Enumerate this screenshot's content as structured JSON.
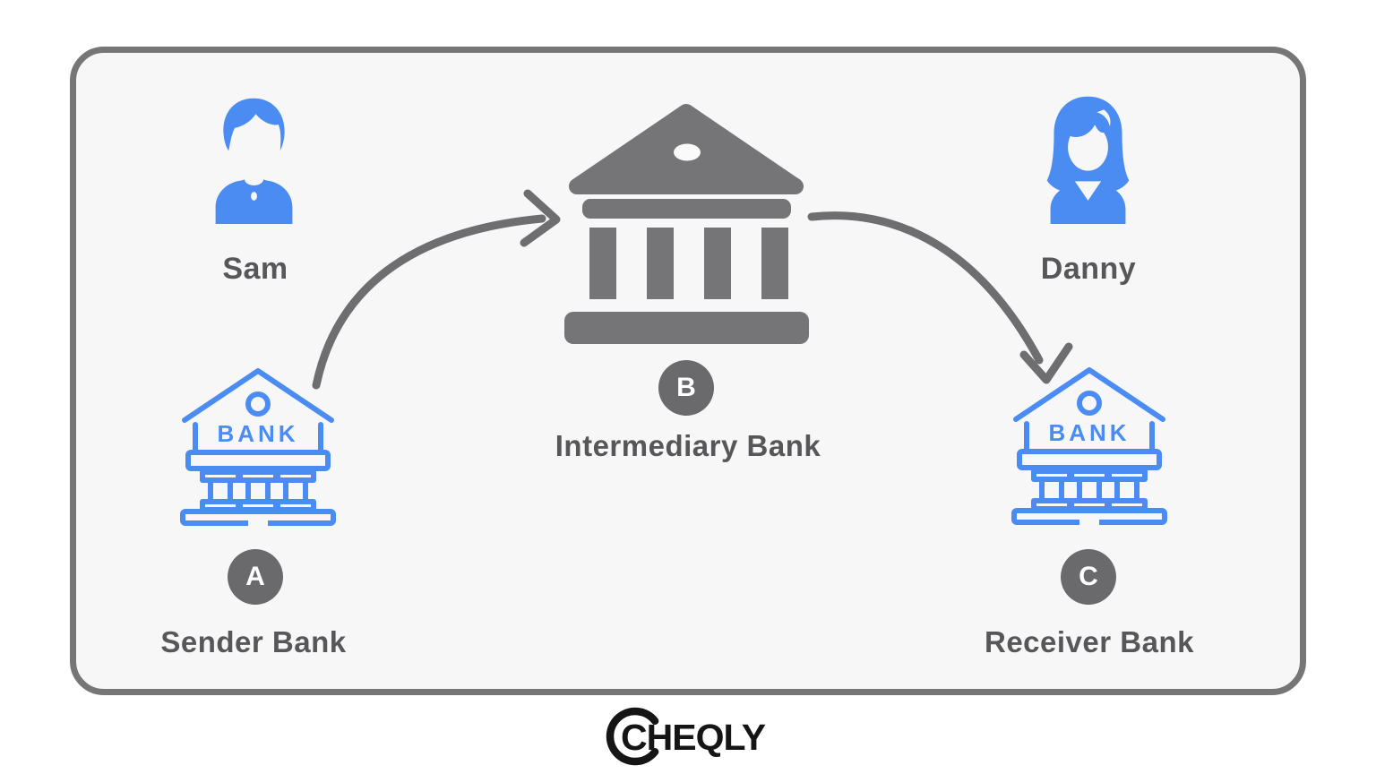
{
  "frame": {
    "background": "#f7f7f7",
    "border_color": "#767677"
  },
  "palette": {
    "blue": "#4b8cf3",
    "icon_gray": "#757578",
    "arrow_gray": "#6e6e70",
    "badge_gray": "#6a6a6c",
    "label_text": "#57575a",
    "logo_black": "#151515",
    "page_background": "#ffffff"
  },
  "persons": {
    "sender_person": {
      "name": "Sam",
      "icon": "male-user-icon"
    },
    "receiver_person": {
      "name": "Danny",
      "icon": "female-user-icon"
    }
  },
  "banks": {
    "sender": {
      "badge": "A",
      "label": "Sender Bank",
      "icon": "bank-outline-icon",
      "sign": "BANK"
    },
    "intermediary": {
      "badge": "B",
      "label": "Intermediary Bank",
      "icon": "bank-solid-icon"
    },
    "receiver": {
      "badge": "C",
      "label": "Receiver Bank",
      "icon": "bank-outline-icon",
      "sign": "BANK"
    }
  },
  "flow": {
    "arrows": [
      {
        "from": "Sender Bank",
        "to": "Intermediary Bank",
        "icon": "curved-arrow-icon"
      },
      {
        "from": "Intermediary Bank",
        "to": "Receiver Bank",
        "icon": "curved-arrow-icon"
      }
    ]
  },
  "footer": {
    "brand": "CHEQLY"
  }
}
